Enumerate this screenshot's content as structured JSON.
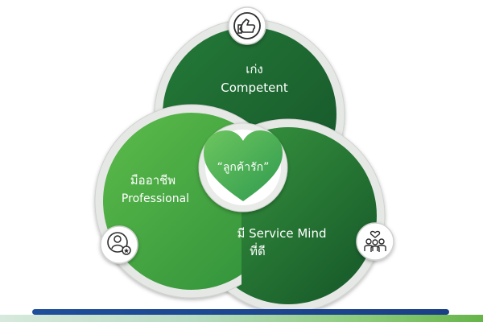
{
  "center": {
    "label": "“ลูกค้ารัก”"
  },
  "circles": {
    "top": {
      "label_th": "เก่ง",
      "label_en": "Competent",
      "icon": "thumbs-up-icon"
    },
    "left": {
      "label_th": "มืออาชีพ",
      "label_en": "Professional",
      "icon": "award-badge-icon"
    },
    "right": {
      "label_th": "มี Service Mind",
      "label_en": "ที่ดี",
      "icon": "team-heart-icon"
    }
  },
  "colors": {
    "dark_green": "#1e6a32",
    "mid_green": "#2c8a3f",
    "light_green": "#49ad47",
    "heart_green": "#45b058",
    "ring": "#d9dcd9",
    "bar_blue": "#1f4f9a",
    "bar_green": "#67b44a"
  }
}
